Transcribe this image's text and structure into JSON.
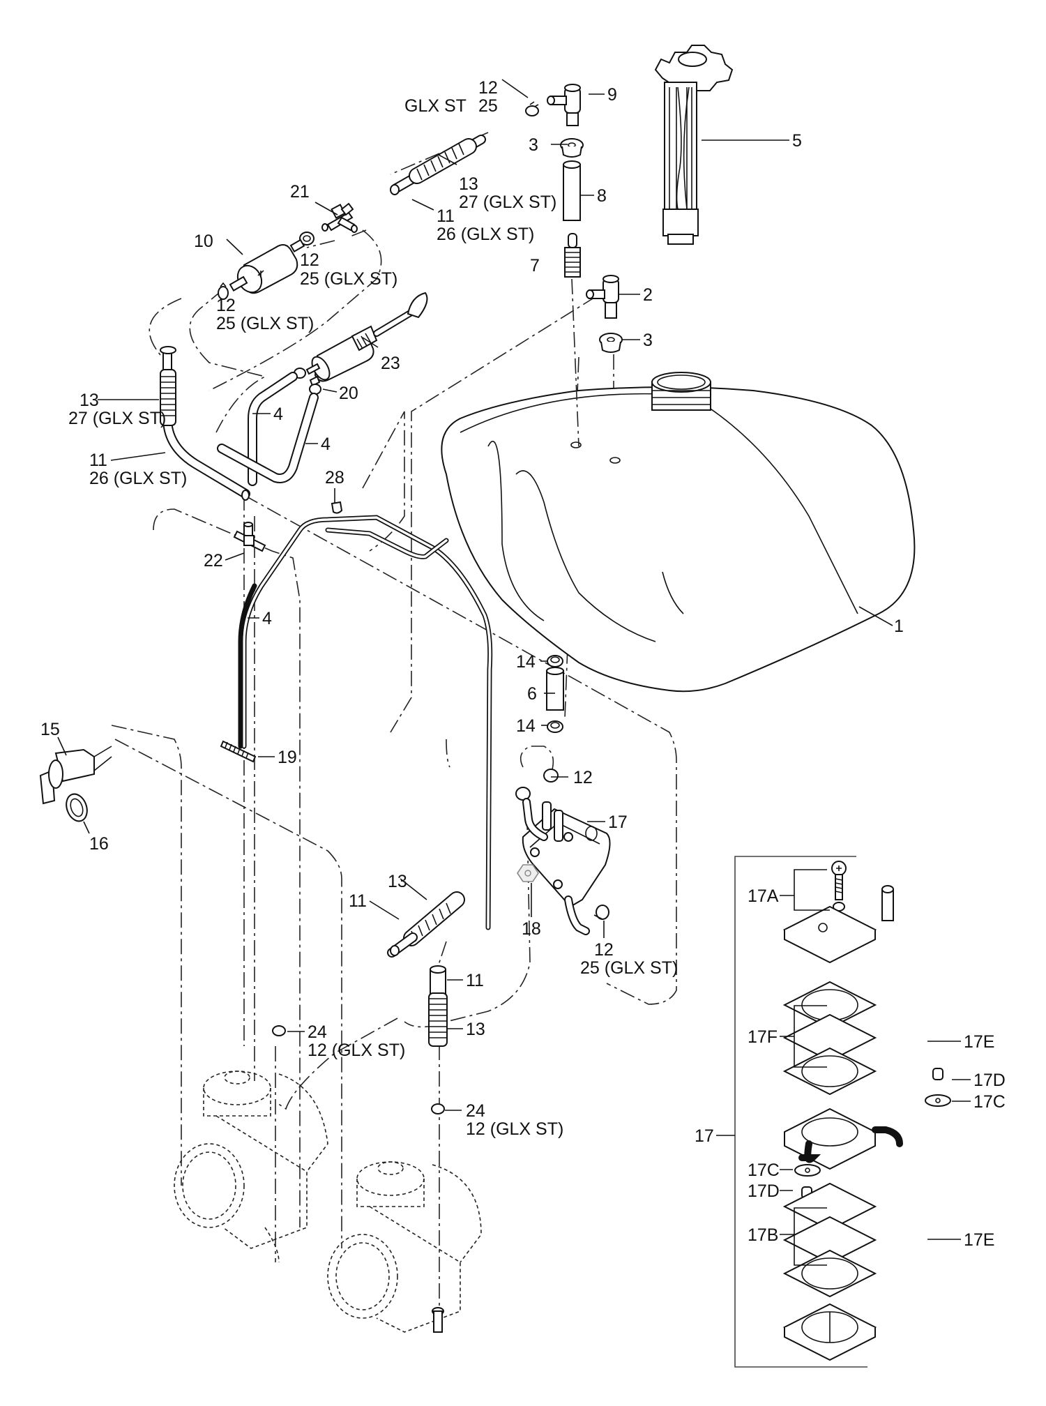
{
  "diagram": {
    "title": "Fuel system exploded parts diagram",
    "callouts": [
      {
        "id": "c1",
        "lines": [
          "1"
        ]
      },
      {
        "id": "c2",
        "lines": [
          "2"
        ]
      },
      {
        "id": "c3a",
        "lines": [
          "3"
        ]
      },
      {
        "id": "c3b",
        "lines": [
          "3"
        ]
      },
      {
        "id": "c4a",
        "lines": [
          "4"
        ]
      },
      {
        "id": "c4b",
        "lines": [
          "4"
        ]
      },
      {
        "id": "c4c",
        "lines": [
          "4"
        ]
      },
      {
        "id": "c5",
        "lines": [
          "5"
        ]
      },
      {
        "id": "c6",
        "lines": [
          "6"
        ]
      },
      {
        "id": "c7",
        "lines": [
          "7"
        ]
      },
      {
        "id": "c8",
        "lines": [
          "8"
        ]
      },
      {
        "id": "c9",
        "lines": [
          "9"
        ]
      },
      {
        "id": "c10",
        "lines": [
          "10"
        ]
      },
      {
        "id": "c12top",
        "lines": [
          "12",
          "25"
        ],
        "prefix": "GLX ST"
      },
      {
        "id": "c13top",
        "lines": [
          "13",
          "27 (GLX ST)"
        ]
      },
      {
        "id": "c11top",
        "lines": [
          "11",
          "26 (GLX ST)"
        ]
      },
      {
        "id": "c21",
        "lines": [
          "21"
        ]
      },
      {
        "id": "c12tee",
        "lines": [
          "12",
          "25 (GLX ST)"
        ]
      },
      {
        "id": "c12filter",
        "lines": [
          "12",
          "25 (GLX ST)"
        ]
      },
      {
        "id": "c23",
        "lines": [
          "23"
        ]
      },
      {
        "id": "c20",
        "lines": [
          "20"
        ]
      },
      {
        "id": "c13left",
        "lines": [
          "13",
          "27 (GLX ST)"
        ]
      },
      {
        "id": "c11left",
        "lines": [
          "11",
          "26 (GLX ST)"
        ]
      },
      {
        "id": "c28",
        "lines": [
          "28"
        ]
      },
      {
        "id": "c22",
        "lines": [
          "22"
        ]
      },
      {
        "id": "c14a",
        "lines": [
          "14"
        ]
      },
      {
        "id": "c14b",
        "lines": [
          "14"
        ]
      },
      {
        "id": "c12pump",
        "lines": [
          "12"
        ]
      },
      {
        "id": "c17",
        "lines": [
          "17"
        ]
      },
      {
        "id": "c15",
        "lines": [
          "15"
        ]
      },
      {
        "id": "c16",
        "lines": [
          "16"
        ]
      },
      {
        "id": "c19",
        "lines": [
          "19"
        ]
      },
      {
        "id": "c13mid",
        "lines": [
          "13"
        ]
      },
      {
        "id": "c11mid",
        "lines": [
          "11"
        ]
      },
      {
        "id": "c18",
        "lines": [
          "18"
        ]
      },
      {
        "id": "c12out",
        "lines": [
          "12",
          "25 (GLX ST)"
        ]
      },
      {
        "id": "c11low",
        "lines": [
          "11"
        ]
      },
      {
        "id": "c13low",
        "lines": [
          "13"
        ]
      },
      {
        "id": "c24a",
        "lines": [
          "24",
          "12 (GLX ST)"
        ]
      },
      {
        "id": "c24b",
        "lines": [
          "24",
          "12 (GLX ST)"
        ]
      }
    ],
    "kit": {
      "label": "17",
      "items": [
        {
          "id": "k17A",
          "label": "17A"
        },
        {
          "id": "k17F",
          "label": "17F"
        },
        {
          "id": "k17E1",
          "label": "17E"
        },
        {
          "id": "k17D1",
          "label": "17D"
        },
        {
          "id": "k17C1",
          "label": "17C"
        },
        {
          "id": "k17C2",
          "label": "17C"
        },
        {
          "id": "k17D2",
          "label": "17D"
        },
        {
          "id": "k17B",
          "label": "17B"
        },
        {
          "id": "k17E2",
          "label": "17E"
        }
      ]
    }
  }
}
